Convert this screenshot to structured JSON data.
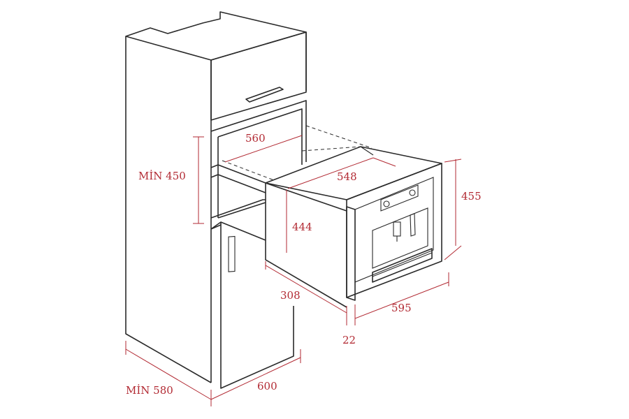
{
  "colors": {
    "lines": "#2a2a2a",
    "dimensions": "#b22a33",
    "background": "#ffffff"
  },
  "dimensions": {
    "cabinet_height_min": "MİN 450",
    "cabinet_width": "560",
    "appliance_width_body": "548",
    "appliance_height_body": "444",
    "front_height": "455",
    "body_depth": "308",
    "front_width": "595",
    "front_thickness": "22",
    "cabinet_depth_min": "MİN 580",
    "cabinet_total_width": "600"
  }
}
